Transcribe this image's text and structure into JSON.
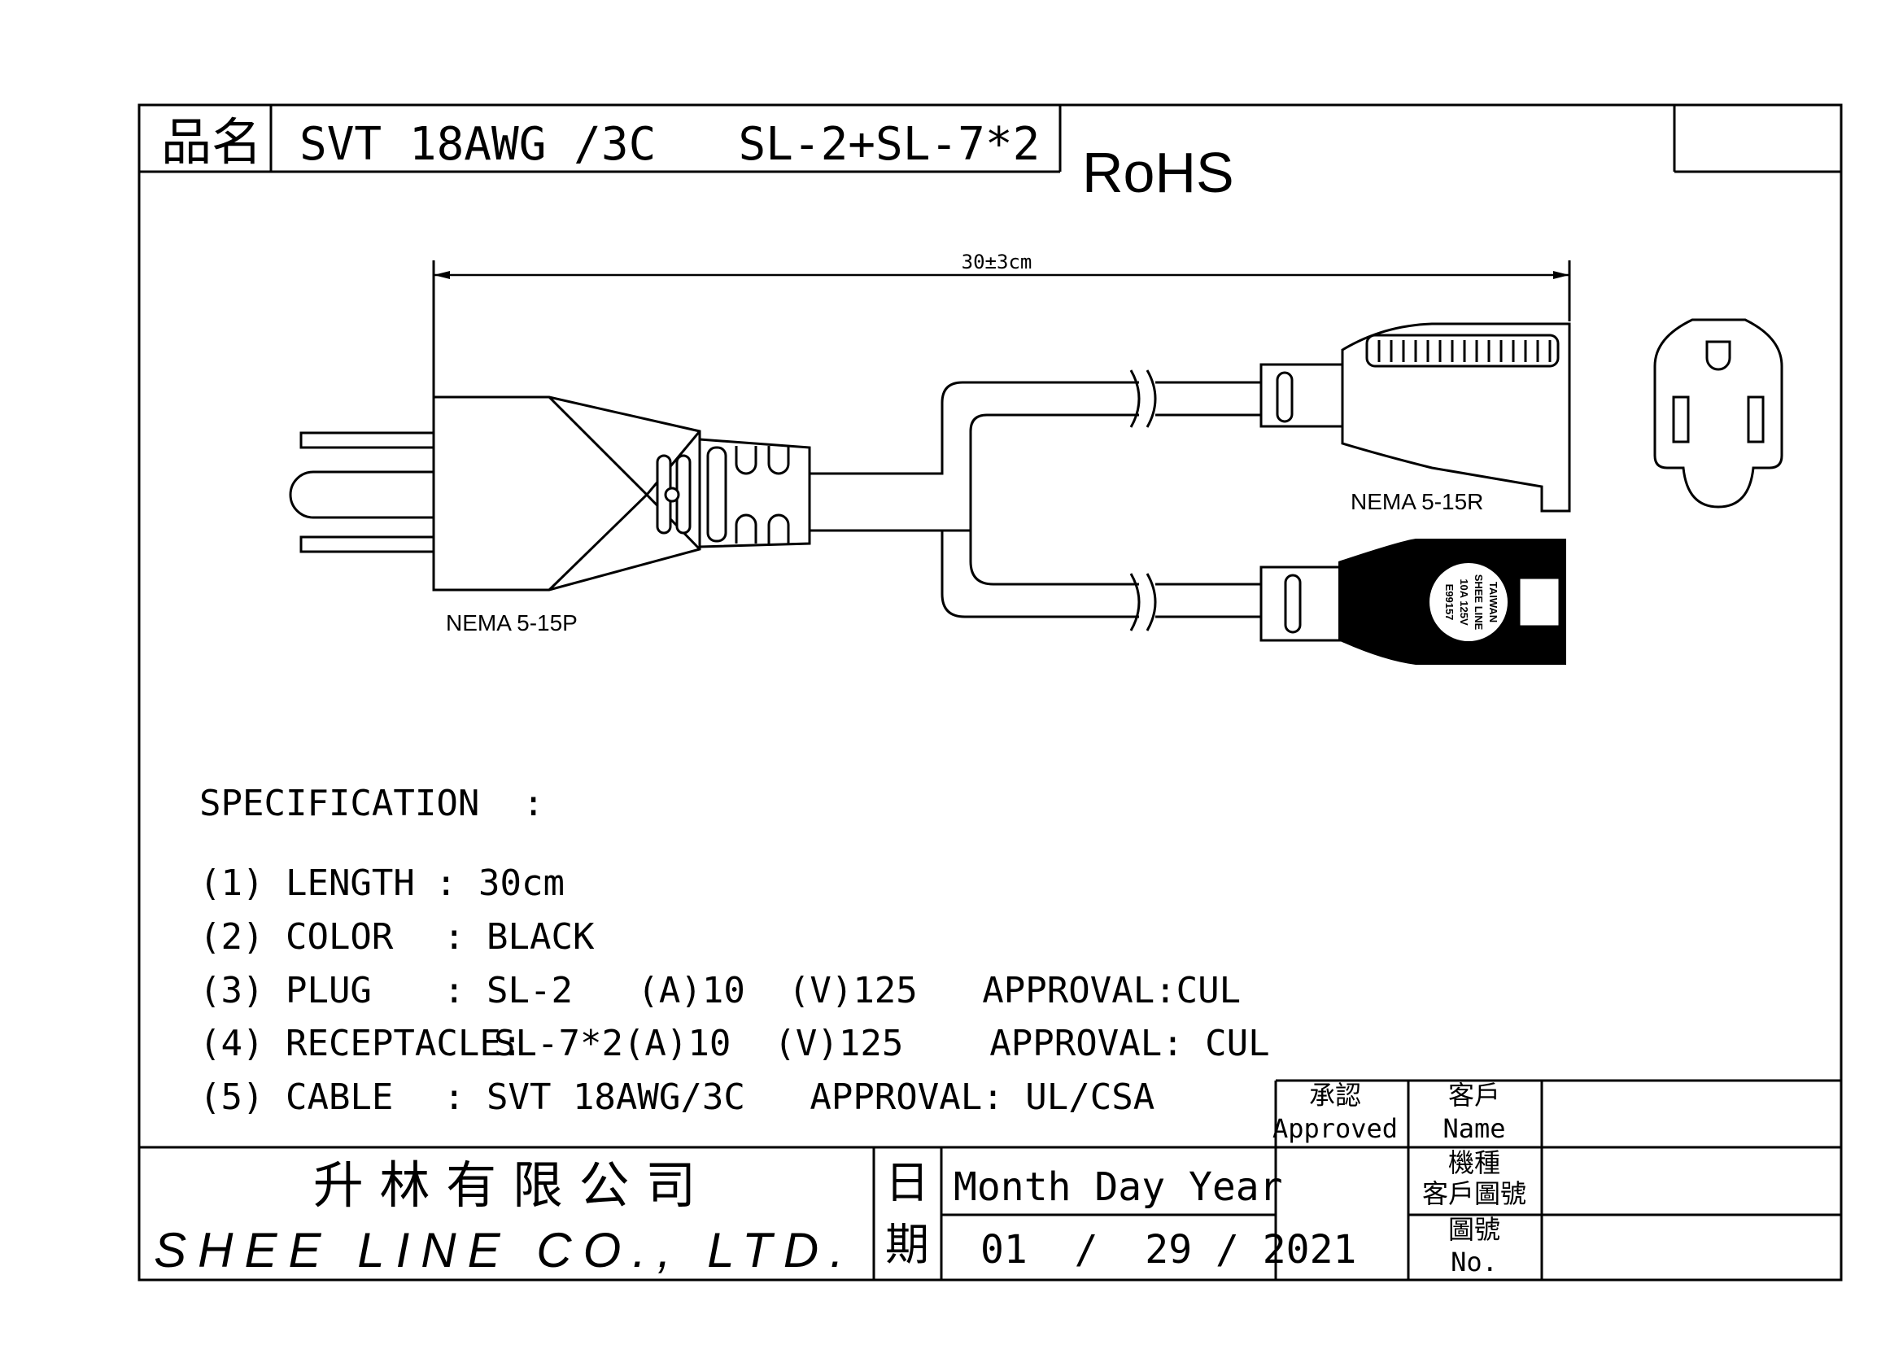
{
  "header": {
    "name_label": "品名",
    "product_name": "SVT 18AWG /3C   SL-2+SL-7*2",
    "rohs": "RoHS"
  },
  "drawing": {
    "dimension": "30±3cm",
    "plug_label": "NEMA 5-15P",
    "receptacle_label": "NEMA 5-15R",
    "receptacle_marking": [
      "TAIWAN",
      "SHEE LINE",
      "10A 125V",
      "E99157"
    ]
  },
  "specification": {
    "title": "SPECIFICATION  :",
    "items": [
      {
        "label": "(1) LENGTH",
        "value": ": 30cm"
      },
      {
        "label": "(2) COLOR",
        "value": ": BLACK"
      },
      {
        "label": "(3) PLUG",
        "value": ": SL-2   (A)10  (V)125   APPROVAL:CUL"
      },
      {
        "label": "(4) RECEPTACLE:",
        "value": "SL-7*2(A)10  (V)125    APPROVAL: CUL"
      },
      {
        "label": "(5) CABLE",
        "value": ": SVT 18AWG/3C   APPROVAL: UL/CSA"
      }
    ]
  },
  "title_block": {
    "company_cn": "升 林 有 限 公 司",
    "company_en": "SHEE LINE CO., LTD.",
    "date_label_1": "日",
    "date_label_2": "期",
    "date_format": "Month Day Year",
    "date_value": "01  /  29 / 2021",
    "approved_cn": "承認",
    "approved_en": "Approved",
    "customer_cn": "客戶",
    "customer_en": "Name",
    "model_cn": "機種",
    "customer_drawing_cn": "客戶圖號",
    "drawing_no_cn": "圖號",
    "drawing_no_en": "No."
  }
}
